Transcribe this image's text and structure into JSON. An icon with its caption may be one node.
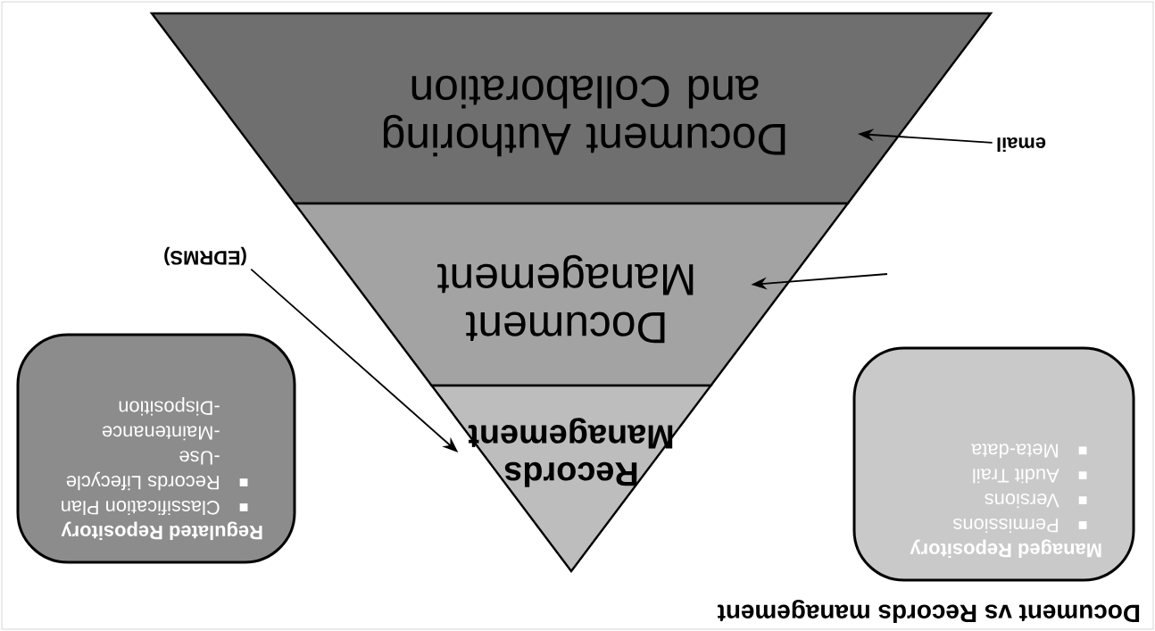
{
  "diagram": {
    "title": "Document vs Records management",
    "nodes": [
      {
        "text": [
          "Document Authoring and Collaboration"
        ]
      },
      {
        "text": [
          "Document Management"
        ]
      },
      {
        "text": [
          "Records Management"
        ]
      },
      {
        "text": [
          "Managed Repository",
          "Permissions",
          "Versions",
          "Audit Trail",
          "Meta-data"
        ]
      },
      {
        "text": [
          "Regulated Repository",
          "Classification Plan",
          "Records Lifecycle",
          "-Use",
          "-Maintenance",
          "-Disposition"
        ]
      },
      {
        "text": [
          "email"
        ]
      },
      {
        "text": [
          "(EDRMS)"
        ]
      }
    ],
    "edges": [
      {
        "from": 5,
        "to": 0,
        "arrow": "to"
      },
      {
        "from": null,
        "to": 1,
        "arrow": "to"
      },
      {
        "from": 6,
        "to": 2,
        "arrow": "to"
      }
    ]
  }
}
